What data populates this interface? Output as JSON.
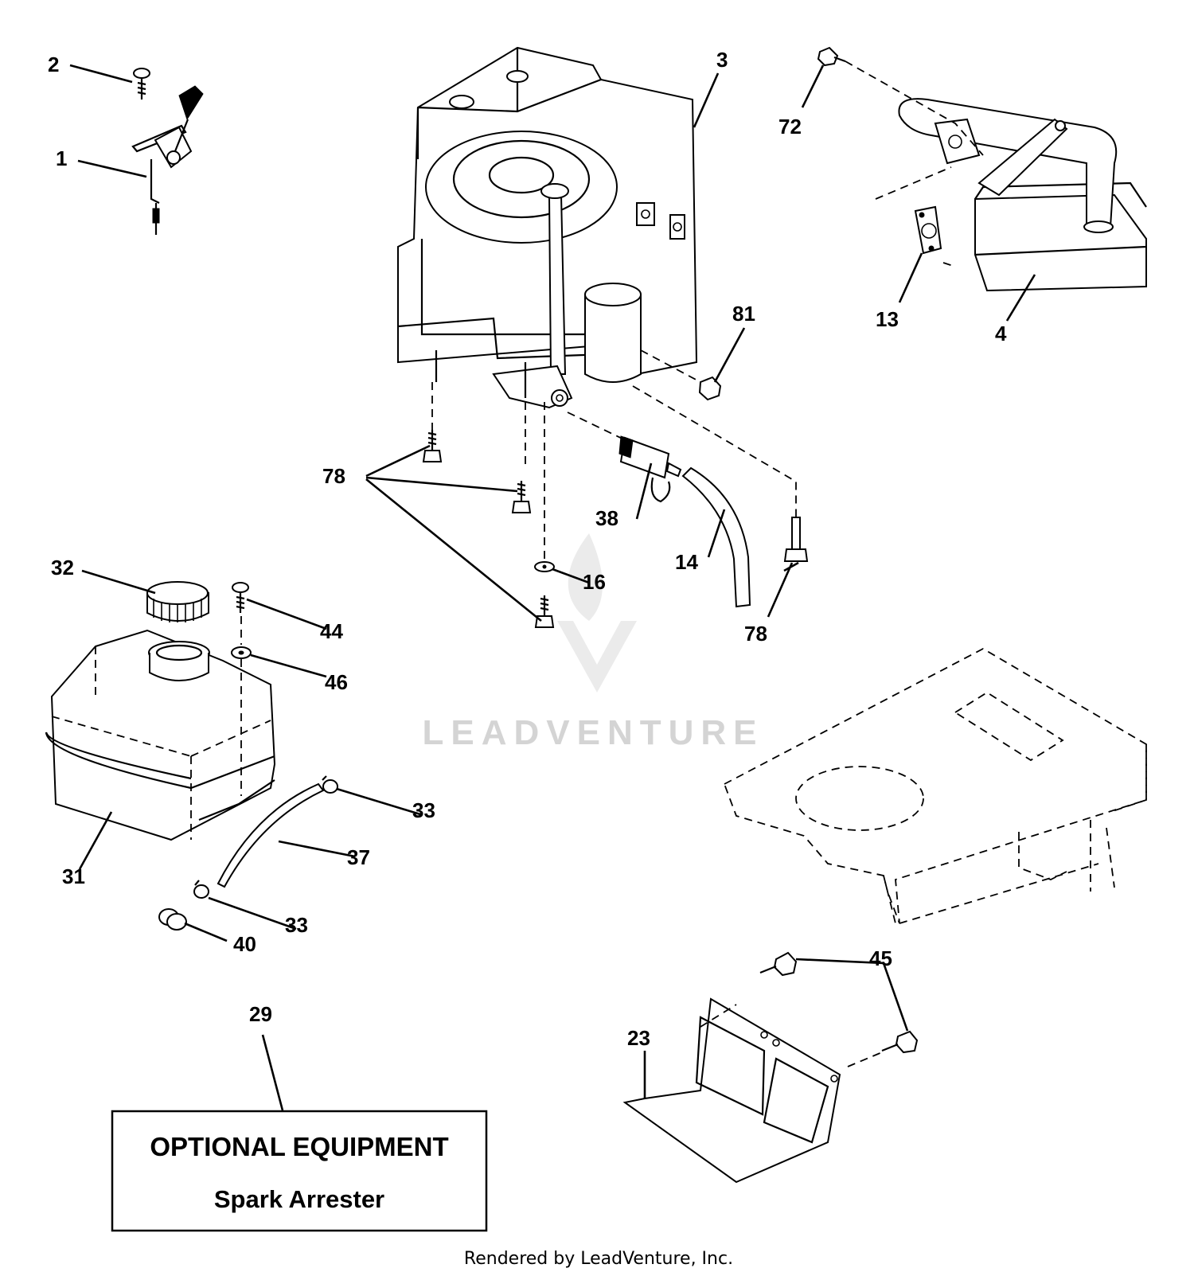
{
  "callouts": {
    "c1": "1",
    "c2": "2",
    "c3": "3",
    "c4": "4",
    "c13": "13",
    "c14": "14",
    "c16": "16",
    "c23": "23",
    "c29": "29",
    "c31": "31",
    "c32": "32",
    "c33a": "33",
    "c33b": "33",
    "c37": "37",
    "c38": "38",
    "c40": "40",
    "c44": "44",
    "c45": "45",
    "c46": "46",
    "c72": "72",
    "c78a": "78",
    "c78b": "78",
    "c81": "81"
  },
  "optional_box": {
    "title": "OPTIONAL EQUIPMENT",
    "subtitle": "Spark Arrester"
  },
  "watermark": "LEADVENTURE",
  "footer": "Rendered by LeadVenture, Inc."
}
